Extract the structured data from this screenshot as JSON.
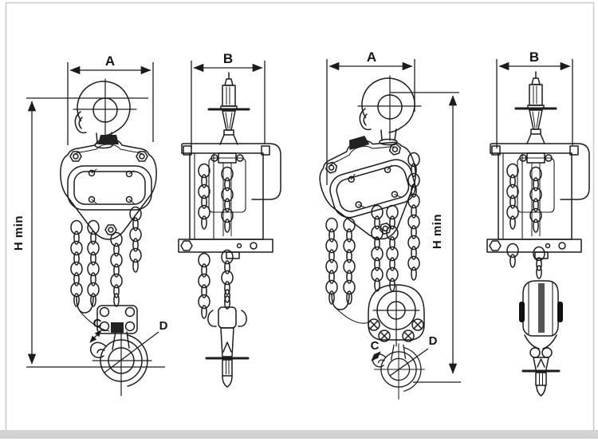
{
  "drawing": {
    "type": "technical-dimensional-diagram",
    "subject": "manual chain block hoist - front and side elevation drawings (single fall and double fall versions)",
    "views": {
      "front_left": {
        "width_label": "A",
        "height_label": "H min",
        "hook_opening_label": "C",
        "hook_diameter_label": "D"
      },
      "side_left": {
        "depth_label": "B"
      },
      "front_right": {
        "width_label": "A",
        "height_label": "H min",
        "hook_opening_label": "C",
        "hook_diameter_label": "D"
      },
      "side_right": {
        "depth_label": "B"
      }
    },
    "colors": {
      "line": "#1c1c1c",
      "background": "#ffffff",
      "frame_border": "#c9c9c9",
      "footer_band": "#d3d3d3",
      "dark_fill": "#222222"
    }
  }
}
